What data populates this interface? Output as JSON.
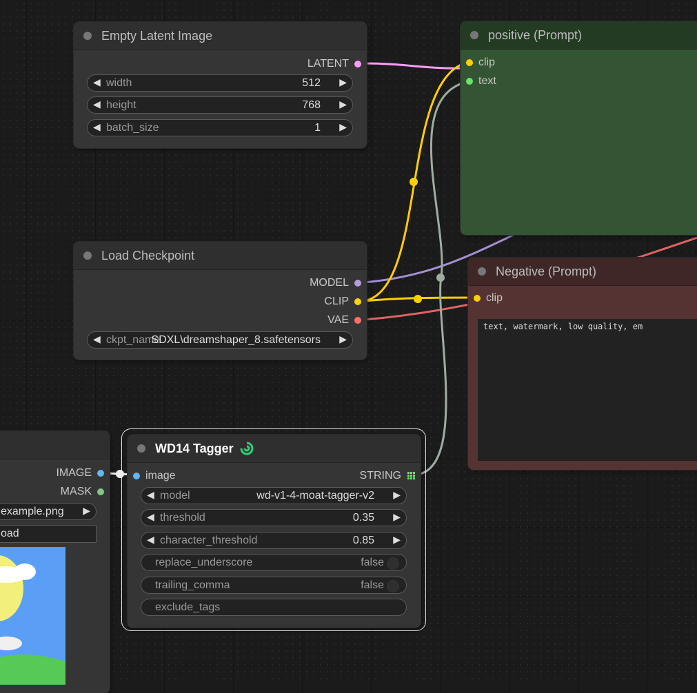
{
  "nodes": {
    "empty_latent": {
      "title": "Empty Latent Image",
      "outputs": {
        "latent": "LATENT"
      },
      "widgets": [
        {
          "name": "width",
          "value": "512"
        },
        {
          "name": "height",
          "value": "768"
        },
        {
          "name": "batch_size",
          "value": "1"
        }
      ]
    },
    "load_checkpoint": {
      "title": "Load Checkpoint",
      "outputs": {
        "model": "MODEL",
        "clip": "CLIP",
        "vae": "VAE"
      },
      "ckpt": {
        "name": "ckpt_name",
        "value": "SDXL\\dreamshaper_8.safetensors"
      }
    },
    "positive": {
      "title": "positive (Prompt)",
      "inputs": {
        "clip": "clip",
        "text": "text"
      }
    },
    "negative": {
      "title": "Negative (Prompt)",
      "inputs": {
        "clip": "clip"
      },
      "text_value": "text, watermark, low quality, em"
    },
    "load_image": {
      "outputs": {
        "image": "IMAGE",
        "mask": "MASK"
      },
      "file_value": "example.png",
      "upload_label": "oad"
    },
    "wd14": {
      "title": "WD14 Tagger",
      "inputs": {
        "image": "image"
      },
      "outputs": {
        "string": "STRING"
      },
      "model": {
        "name": "model",
        "value": "wd-v1-4-moat-tagger-v2"
      },
      "threshold": {
        "name": "threshold",
        "value": "0.35"
      },
      "character_threshold": {
        "name": "character_threshold",
        "value": "0.85"
      },
      "replace_underscore": {
        "name": "replace_underscore",
        "value": "false"
      },
      "trailing_comma": {
        "name": "trailing_comma",
        "value": "false"
      },
      "exclude_tags": {
        "name": "exclude_tags"
      }
    }
  },
  "colors": {
    "latent": "#ff9cf9",
    "clip": "#ffd500",
    "model": "#b39ddb",
    "vae": "#ff6e6e",
    "string": "#6fe06f",
    "image": "#64b5f6",
    "mask": "#81c784",
    "conditioning": "#a1a9a1",
    "positive_bg": "#335533",
    "negative_bg": "#553333"
  },
  "icons": [
    "left-arrow-icon",
    "right-arrow-icon",
    "status-dot-icon",
    "grid-slot-icon",
    "refresh-badge-icon"
  ]
}
